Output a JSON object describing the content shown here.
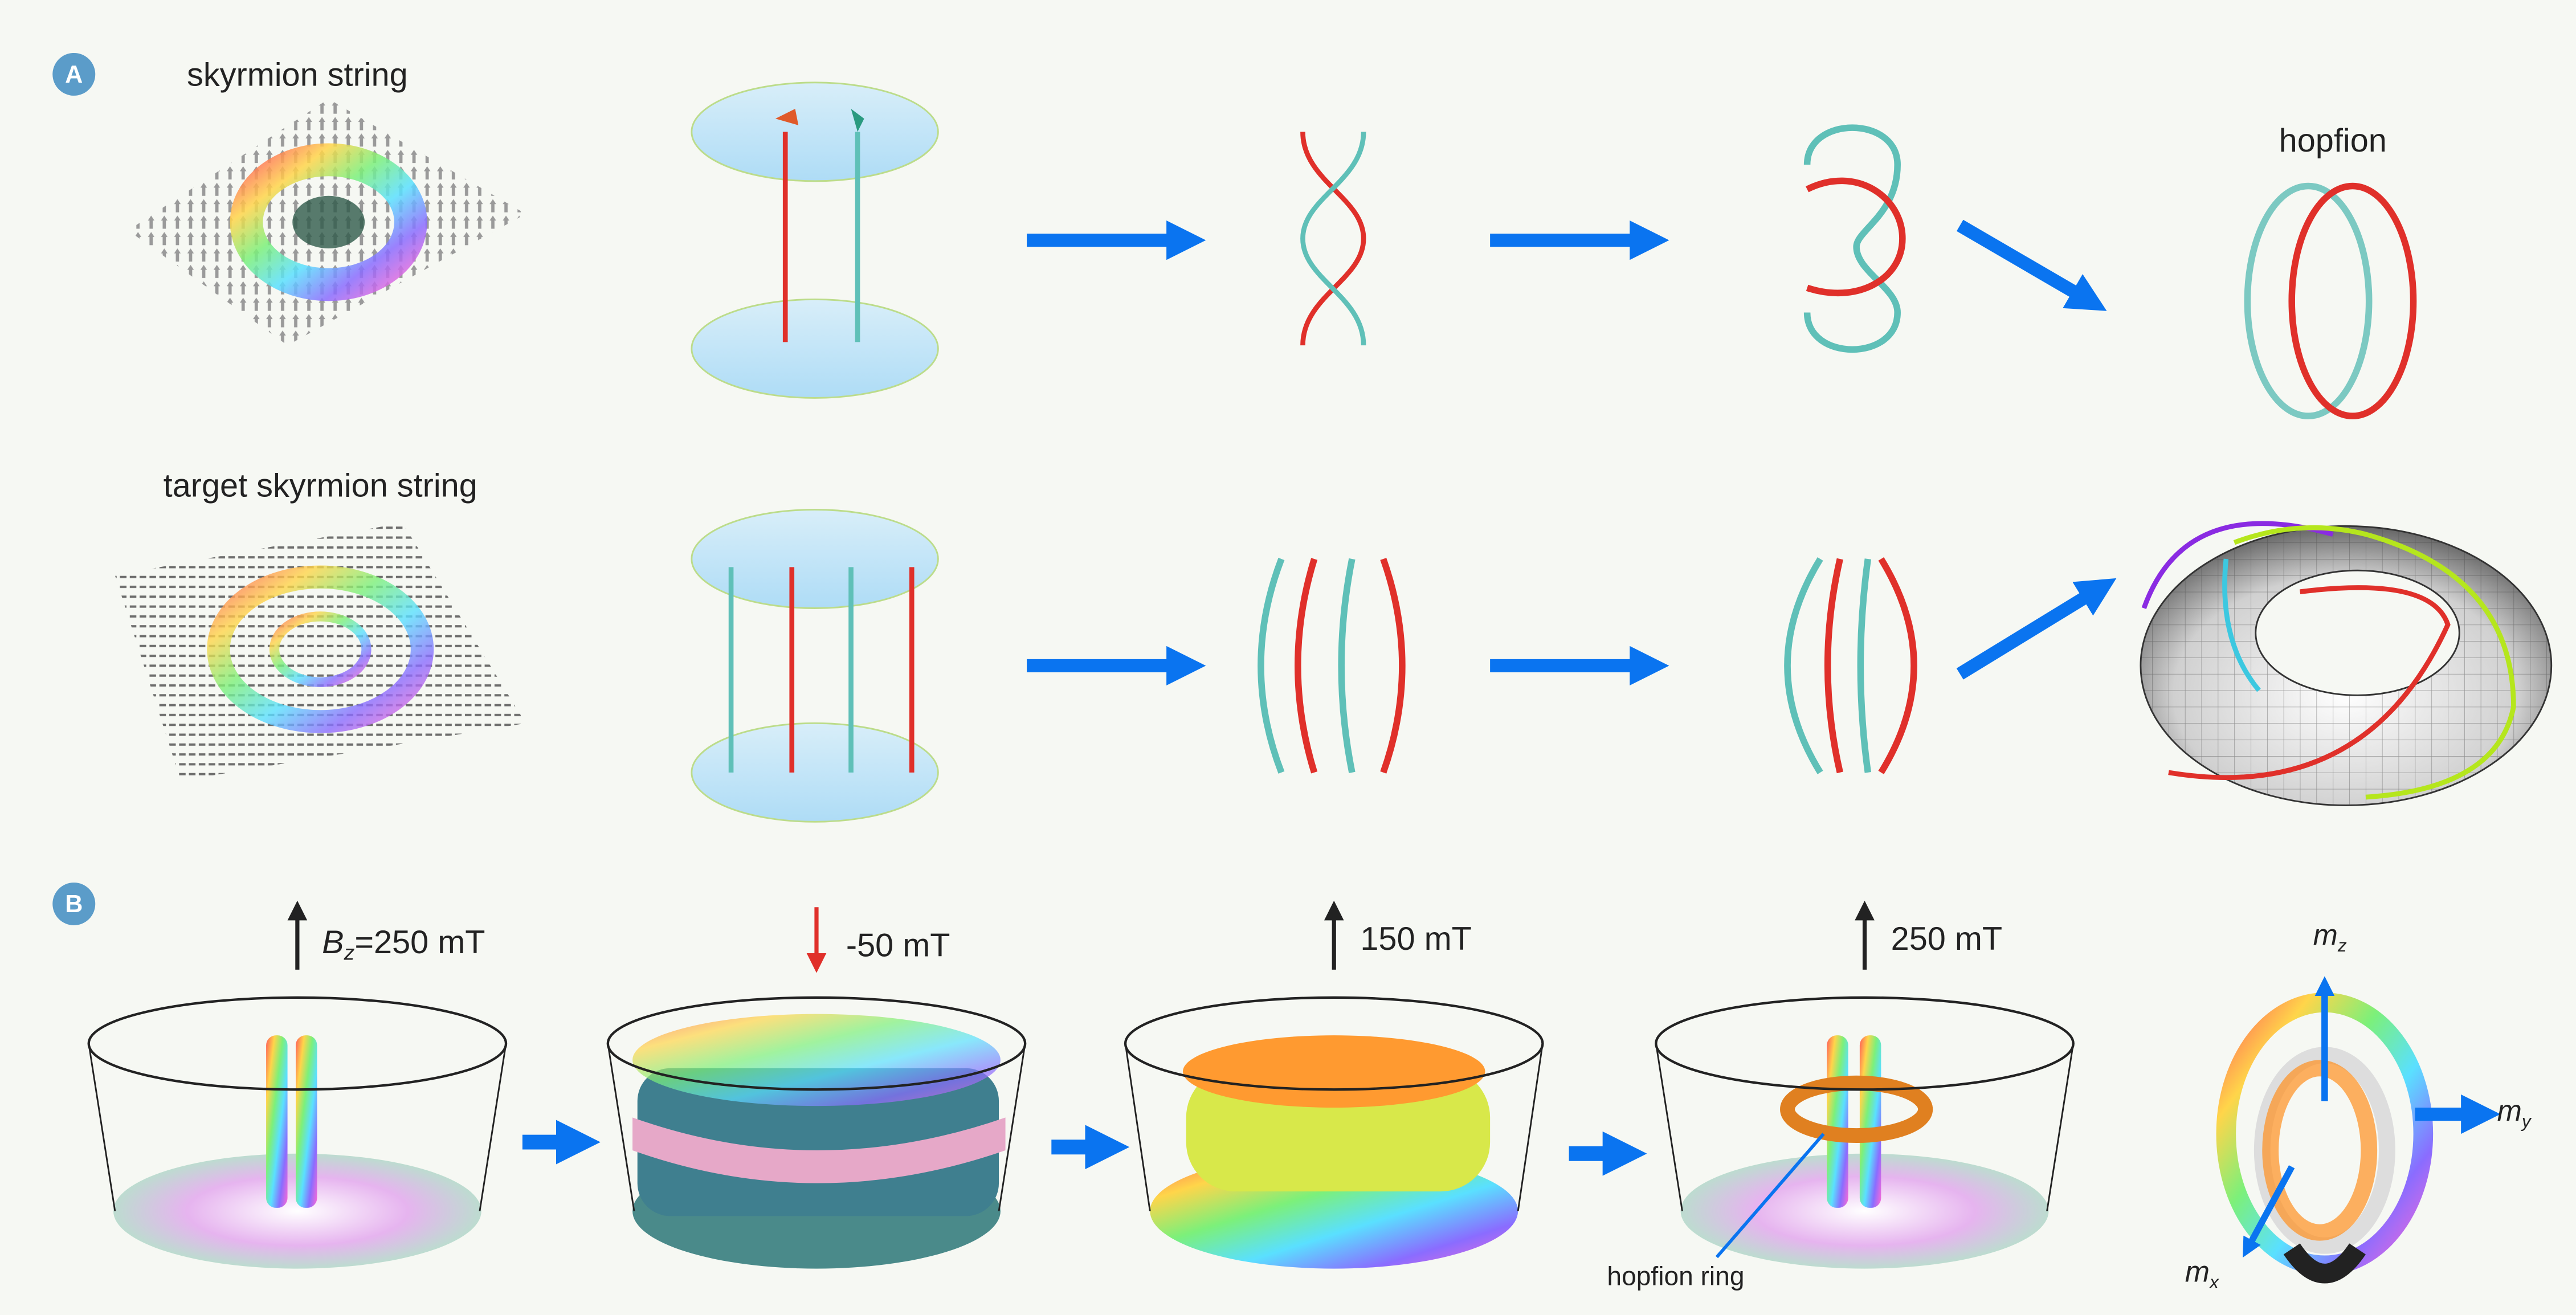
{
  "panelA": {
    "badge": "A",
    "row1_label": "skyrmion string",
    "row2_label": "target skyrmion string",
    "hopfion_label": "hopfion"
  },
  "panelB": {
    "badge": "B",
    "fields": [
      {
        "prefix": "B",
        "sub": "z",
        "value": "=250 mT",
        "direction": "up"
      },
      {
        "value": "-50 mT",
        "direction": "down"
      },
      {
        "value": "150 mT",
        "direction": "up"
      },
      {
        "value": "250 mT",
        "direction": "up"
      }
    ],
    "hopfion_ring_label": "hopfion ring",
    "axes": {
      "mz": "m",
      "mz_sub": "z",
      "my": "m",
      "my_sub": "y",
      "mx": "m",
      "mx_sub": "x"
    }
  },
  "colors": {
    "background": "#f6f8f3",
    "badge": "#5b9cc9",
    "arrow": "#0a74f0",
    "red_string": "#e0302a",
    "teal_string": "#5fc0b8",
    "disk": "#c6e6f7"
  }
}
